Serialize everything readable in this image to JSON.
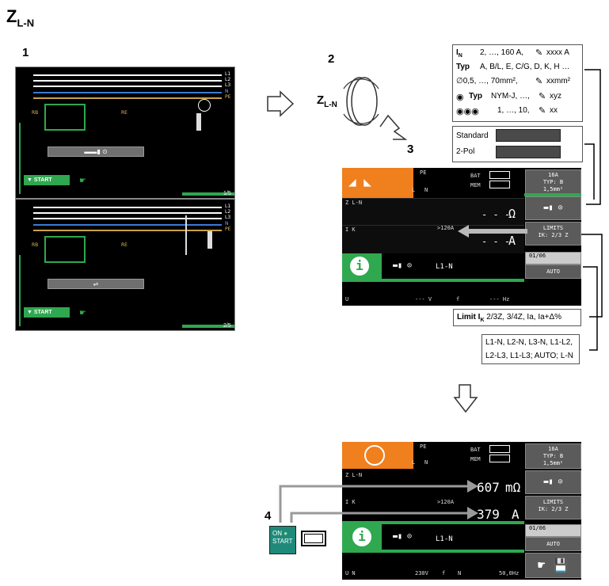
{
  "title": {
    "main": "Z",
    "sub": "L-N"
  },
  "steps": {
    "s1": "1",
    "s2": "2",
    "s3": "3",
    "s4": "4"
  },
  "dial": {
    "main": "Z",
    "sub": "L-N"
  },
  "mini_screens": [
    {
      "wire_labels": [
        "L1",
        "L2",
        "L3",
        "N",
        "PE"
      ],
      "rb": "RB",
      "re": "RE",
      "start": "START",
      "page": "1/5"
    },
    {
      "wire_labels": [
        "L1",
        "L2",
        "L3",
        "N",
        "PE"
      ],
      "rb": "RB",
      "re": "RE",
      "start": "START",
      "page": "2/5"
    }
  ],
  "params_box": {
    "in_label": "I",
    "in_sub": "N",
    "in_values": "2, …, 160 A,",
    "in_custom": "xxxx A",
    "typ_label": "Typ",
    "typ_values": "A, B/L, E, C/G, D, K, H …",
    "cs_values": "∅0,5, …, 70mm²,",
    "cs_custom": "xxmm²",
    "cable_typ_label": "Typ",
    "cable_values": "NYM-J, …,",
    "cable_custom": "xyz",
    "par_values": "1, …, 10,",
    "par_custom": "xx"
  },
  "probe_box": {
    "standard": "Standard",
    "twopol": "2-Pol"
  },
  "limit_box": {
    "label": "Limit I",
    "sub": "K",
    "values": "2/3Z, 3/4Z, Ia, Ia+Δ%"
  },
  "conn_box": {
    "line1": "L1-N, L2-N, L3-N, L1-L2,",
    "line2": "L2-L3, L1-L3; AUTO; L-N"
  },
  "screen_a": {
    "pe": "PE",
    "l": "L",
    "n": "N",
    "bat": "BAT",
    "mem": "MEM",
    "fuse": "16A",
    "fuse_typ": "TYP: B",
    "fuse_cs": "1,5mm²",
    "zln": "Z L-N",
    "zval": "- - -",
    "zunit": "Ω",
    "ik": "I K",
    "ik_range": ">120A",
    "ikval": "- - -",
    "ikunit": "A",
    "limits": "LIMITS",
    "limits_val": "IK: 2/3 Z",
    "conn": "L1-N",
    "page": "01/06",
    "auto": "AUTO",
    "u": "U",
    "uval": "--- V",
    "f": "f",
    "fval": "--- Hz"
  },
  "screen_b": {
    "pe": "PE",
    "l": "L",
    "n": "N",
    "bat": "BAT",
    "mem": "MEM",
    "fuse": "16A",
    "fuse_typ": "TYP: B",
    "fuse_cs": "1,5mm²",
    "zln": "Z L-N",
    "zval": "607",
    "zunit": "mΩ",
    "ik": "I K",
    "ik_range": ">120A",
    "ikval": "379",
    "ikunit": "A",
    "limits": "LIMITS",
    "limits_val": "IK: 2/3 Z",
    "conn": "L1-N",
    "page": "01/06",
    "auto": "AUTO",
    "un": "U N",
    "unval": "230V",
    "f": "f",
    "fval": "50,0Hz"
  },
  "on_start": {
    "on": "ON",
    "start": "START"
  }
}
